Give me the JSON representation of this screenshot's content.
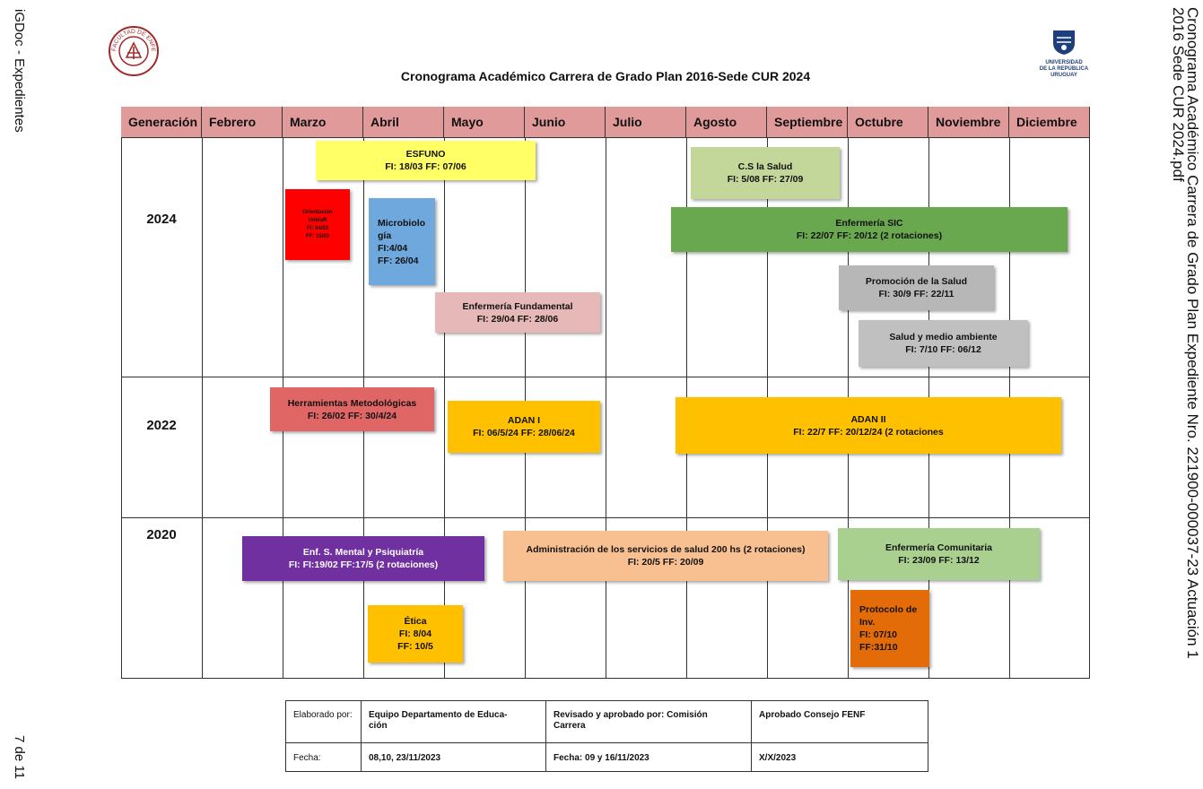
{
  "side": {
    "left_label": "iGDoc - Expedientes",
    "page_count": "7 de 11",
    "right_line1": "Cronograma Académico Carrera de Grado Plan    Expediente Nro. 221900-000037-23 Actuación 1",
    "right_line2": "2016 Sede CUR 2024.pdf"
  },
  "logos": {
    "left_seal_text": "FACULTAD DE ENFERMERIA",
    "right_line1": "UNIVERSIDAD",
    "right_line2": "DE LA REPÚBLICA",
    "right_line3": "URUGUAY"
  },
  "title": "Cronograma Académico Carrera de Grado Plan 2016-Sede CUR 2024",
  "headers": [
    "Generación",
    "Febrero",
    "Marzo",
    "Abril",
    "Mayo",
    "Junio",
    "Julio",
    "Agosto",
    "Septiembre",
    "Octubre",
    "Noviembre",
    "Diciembre"
  ],
  "years": [
    "2024",
    "2022",
    "2020"
  ],
  "activities": [
    {
      "lines": [
        "ESFUNO",
        "FI: 18/03  FF: 07/06"
      ],
      "color": "#ffff66"
    },
    {
      "lines": [
        "C.S  la Salud",
        "FI: 5/08  FF: 27/09"
      ],
      "color": "#c4d79b"
    },
    {
      "lines": [
        "Orientación",
        "UdelaR",
        "FI: 04/03",
        "FF: 15/03"
      ],
      "color": "#ff0000"
    },
    {
      "lines": [
        "Microbiolo",
        "gía",
        "FI:4/04",
        "FF: 26/04"
      ],
      "color": "#6fa8dc"
    },
    {
      "lines": [
        "Enfermería SIC",
        "FI: 22/07 FF: 20/12  (2 rotaciones)"
      ],
      "color": "#6aa84f"
    },
    {
      "lines": [
        "Promoción de la Salud",
        "FI: 30/9    FF: 22/11"
      ],
      "color": "#b7b7b7"
    },
    {
      "lines": [
        "Enfermería Fundamental",
        "FI: 29/04 FF: 28/06"
      ],
      "color": "#e6b8b7"
    },
    {
      "lines": [
        "Salud y medio ambiente",
        "FI: 7/10     FF: 06/12"
      ],
      "color": "#c0c0c0"
    },
    {
      "lines": [
        "Herramientas Metodológicas",
        "FI: 26/02     FF: 30/4/24"
      ],
      "color": "#e06666"
    },
    {
      "lines": [
        "ADAN I",
        "FI: 06/5/24  FF: 28/06/24"
      ],
      "color": "#ffc000"
    },
    {
      "lines": [
        "ADAN II",
        "FI: 22/7  FF: 20/12/24  (2 rotaciones"
      ],
      "color": "#ffc000"
    },
    {
      "lines": [
        "Enf. S. Mental y Psiquiatría",
        "FI: FI:19/02 FF:17/5  (2 rotaciones)"
      ],
      "color": "#7030a0"
    },
    {
      "lines": [
        "Administración de los servicios de salud 200 hs (2 rotaciones)",
        "FI: 20/5   FF: 20/09"
      ],
      "color": "#f8c090"
    },
    {
      "lines": [
        "Enfermería Comunitaria",
        "FI: 23/09  FF: 13/12"
      ],
      "color": "#a9d08e"
    },
    {
      "lines": [
        "Ética",
        "FI: 8/04",
        "FF: 10/5"
      ],
      "color": "#ffc000"
    },
    {
      "lines": [
        "Protocolo de",
        "Inv.",
        "FI: 07/10",
        "FF:31/10"
      ],
      "color": "#e36c09"
    }
  ],
  "footer": {
    "elaborado_label": "Elaborado por:",
    "elaborado_value": "Equipo Departamento de Educa-\nción",
    "revisado": "Revisado y aprobado por: Comisión\nCarrera",
    "aprobado": "Aprobado Consejo FENF",
    "fecha_label": "Fecha:",
    "fecha_value": "08,10, 23/11/2023",
    "fecha_revisado": "Fecha: 09 y 16/11/2023",
    "fecha_aprobado": "X/X/2023"
  }
}
